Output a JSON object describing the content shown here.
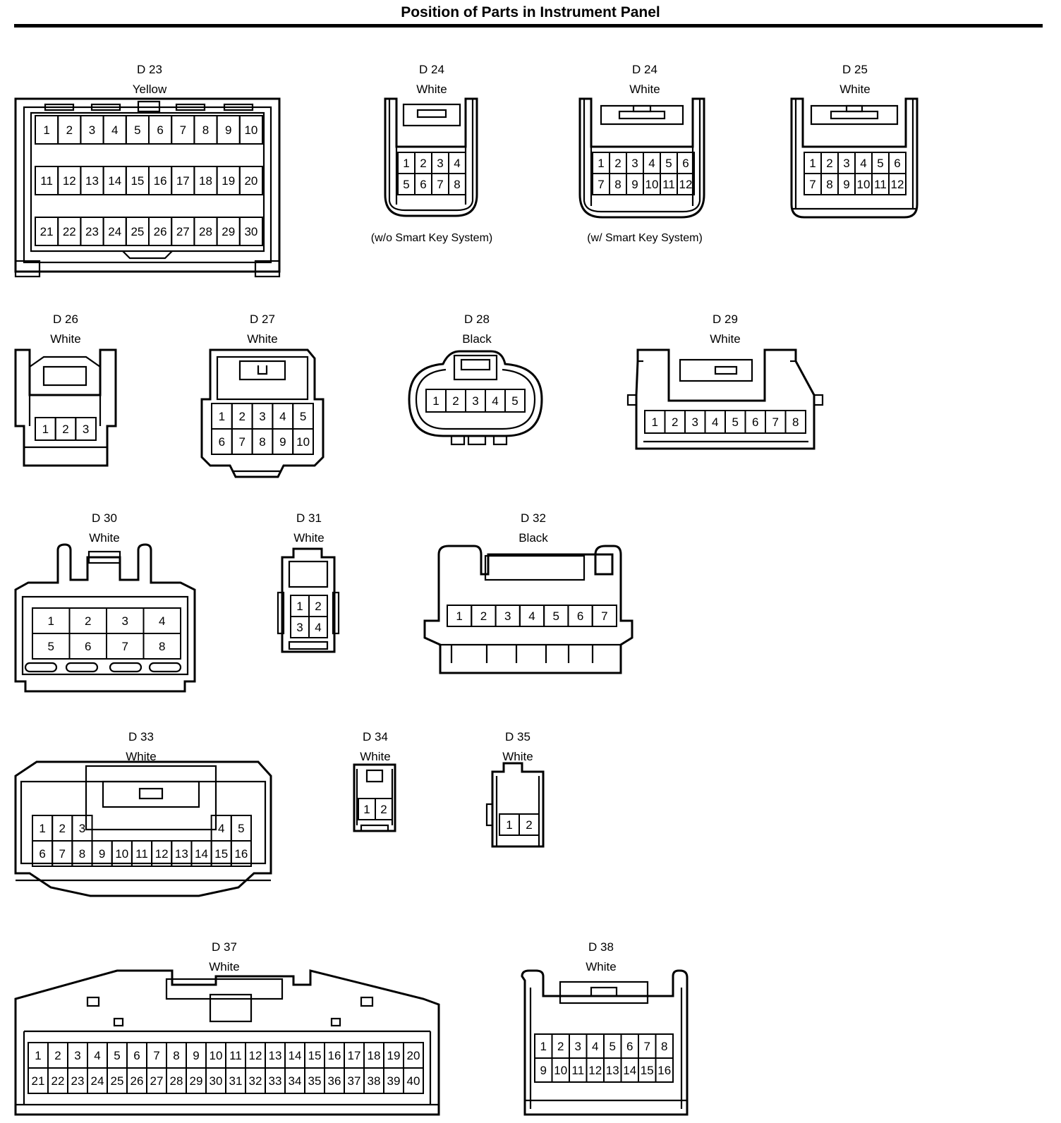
{
  "page": {
    "title": "Position of Parts in Instrument Panel"
  },
  "connectors": [
    {
      "id": "D 23",
      "color": "Yellow",
      "rows": [
        [
          "1",
          "2",
          "3",
          "4",
          "5",
          "6",
          "7",
          "8",
          "9",
          "10"
        ],
        [
          "11",
          "12",
          "13",
          "14",
          "15",
          "16",
          "17",
          "18",
          "19",
          "20"
        ],
        [
          "21",
          "22",
          "23",
          "24",
          "25",
          "26",
          "27",
          "28",
          "29",
          "30"
        ]
      ]
    },
    {
      "id": "D 24",
      "color": "White",
      "note": "(w/o Smart Key System)",
      "rows": [
        [
          "1",
          "2",
          "3",
          "4"
        ],
        [
          "5",
          "6",
          "7",
          "8"
        ]
      ]
    },
    {
      "id": "D 24",
      "color": "White",
      "note": "(w/ Smart Key System)",
      "rows": [
        [
          "1",
          "2",
          "3",
          "4",
          "5",
          "6"
        ],
        [
          "7",
          "8",
          "9",
          "10",
          "11",
          "12"
        ]
      ]
    },
    {
      "id": "D 25",
      "color": "White",
      "rows": [
        [
          "1",
          "2",
          "3",
          "4",
          "5",
          "6"
        ],
        [
          "7",
          "8",
          "9",
          "10",
          "11",
          "12"
        ]
      ]
    },
    {
      "id": "D 26",
      "color": "White",
      "rows": [
        [
          "1",
          "2",
          "3"
        ]
      ]
    },
    {
      "id": "D 27",
      "color": "White",
      "rows": [
        [
          "1",
          "2",
          "3",
          "4",
          "5"
        ],
        [
          "6",
          "7",
          "8",
          "9",
          "10"
        ]
      ]
    },
    {
      "id": "D 28",
      "color": "Black",
      "rows": [
        [
          "1",
          "2",
          "3",
          "4",
          "5"
        ]
      ]
    },
    {
      "id": "D 29",
      "color": "White",
      "rows": [
        [
          "1",
          "2",
          "3",
          "4",
          "5",
          "6",
          "7",
          "8"
        ]
      ]
    },
    {
      "id": "D 30",
      "color": "White",
      "rows": [
        [
          "1",
          "2",
          "3",
          "4"
        ],
        [
          "5",
          "6",
          "7",
          "8"
        ]
      ]
    },
    {
      "id": "D 31",
      "color": "White",
      "rows": [
        [
          "1",
          "2"
        ],
        [
          "3",
          "4"
        ]
      ]
    },
    {
      "id": "D 32",
      "color": "Black",
      "rows": [
        [
          "1",
          "2",
          "3",
          "4",
          "5",
          "6",
          "7"
        ]
      ]
    },
    {
      "id": "D 33",
      "color": "White",
      "rows": [
        [
          "1",
          "2",
          "3",
          "",
          "",
          "",
          "",
          "",
          "",
          "4",
          "5"
        ],
        [
          "6",
          "7",
          "8",
          "9",
          "10",
          "11",
          "12",
          "13",
          "14",
          "15",
          "16"
        ]
      ]
    },
    {
      "id": "D 34",
      "color": "White",
      "rows": [
        [
          "1",
          "2"
        ]
      ]
    },
    {
      "id": "D 35",
      "color": "White",
      "rows": [
        [
          "1",
          "2"
        ]
      ]
    },
    {
      "id": "D 37",
      "color": "White",
      "rows": [
        [
          "1",
          "2",
          "3",
          "4",
          "5",
          "6",
          "7",
          "8",
          "9",
          "10",
          "11",
          "12",
          "13",
          "14",
          "15",
          "16",
          "17",
          "18",
          "19",
          "20"
        ],
        [
          "21",
          "22",
          "23",
          "24",
          "25",
          "26",
          "27",
          "28",
          "29",
          "30",
          "31",
          "32",
          "33",
          "34",
          "35",
          "36",
          "37",
          "38",
          "39",
          "40"
        ]
      ]
    },
    {
      "id": "D 38",
      "color": "White",
      "rows": [
        [
          "1",
          "2",
          "3",
          "4",
          "5",
          "6",
          "7",
          "8"
        ],
        [
          "9",
          "10",
          "11",
          "12",
          "13",
          "14",
          "15",
          "16"
        ]
      ]
    }
  ]
}
